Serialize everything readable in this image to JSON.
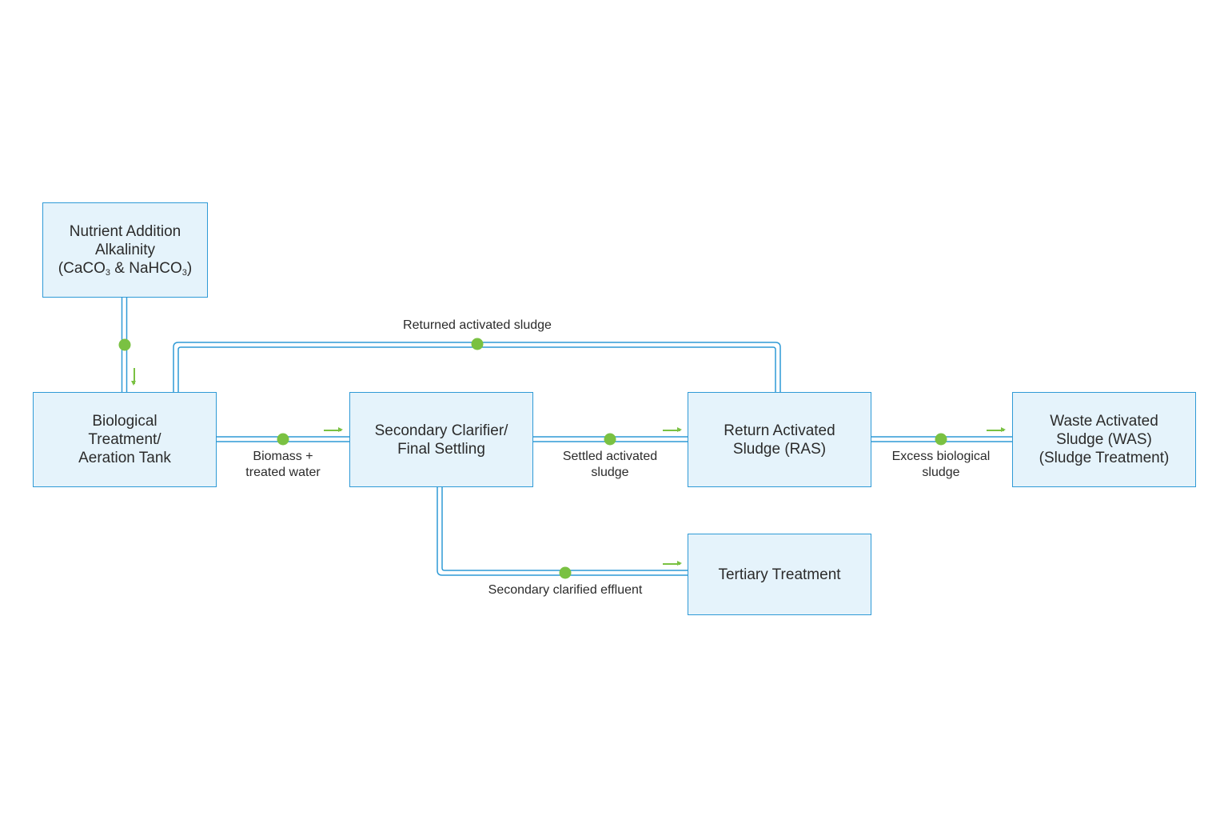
{
  "colors": {
    "box_fill": "#e5f3fb",
    "box_border": "#2f9ad6",
    "connector_line": "#2f9ad6",
    "node_dot": "#7ac142",
    "flow_arrow": "#7ac142",
    "text": "#2b2b2b"
  },
  "boxes": {
    "nutrient": {
      "line1": "Nutrient Addition",
      "line2": "Alkalinity",
      "formula": {
        "open": "(CaCO",
        "sub1": "3",
        "mid": " & NaHCO",
        "sub2": "3",
        "close": ")"
      }
    },
    "biological": {
      "line1": "Biological",
      "line2": "Treatment/",
      "line3": "Aeration Tank"
    },
    "clarifier": {
      "line1": "Secondary Clarifier/",
      "line2": "Final Settling"
    },
    "ras": {
      "line1": "Return Activated",
      "line2": "Sludge (RAS)"
    },
    "was": {
      "line1": "Waste Activated",
      "line2": "Sludge (WAS)",
      "line3": "(Sludge Treatment)"
    },
    "tertiary": {
      "line1": "Tertiary Treatment"
    }
  },
  "flows": {
    "returned": "Returned activated sludge",
    "biomass": {
      "line1": "Biomass +",
      "line2": "treated water"
    },
    "settled": {
      "line1": "Settled activated",
      "line2": "sludge"
    },
    "excess": {
      "line1": "Excess biological",
      "line2": "sludge"
    },
    "effluent": "Secondary clarified effluent"
  },
  "icons": {
    "connector_node": "green-dot",
    "flow_direction": "green-arrow"
  }
}
